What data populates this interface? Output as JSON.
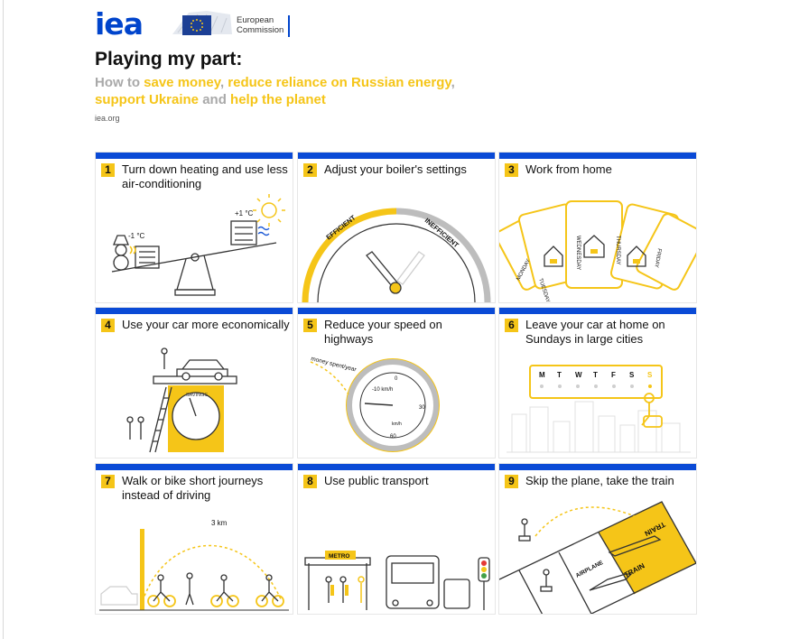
{
  "header": {
    "logo_text": "iea",
    "partner_lines": [
      "European",
      "Commission"
    ],
    "title": "Playing my part:",
    "subtitle": {
      "how_to": "How to ",
      "save_money": "save money",
      "comma1": ", ",
      "reduce": "reduce reliance on Russian energy",
      "comma2": ", ",
      "support": "support Ukraine",
      "and": " and ",
      "help": "help the planet"
    },
    "website": "iea.org"
  },
  "panels": [
    {
      "number": "1",
      "label": "Turn down heating and use less air-conditioning",
      "art": {
        "cold": "-1 °C",
        "hot": "+1 °C"
      }
    },
    {
      "number": "2",
      "label": "Adjust your boiler's settings",
      "art": {
        "good": "EFFICIENT",
        "bad": "INEFFICIENT"
      }
    },
    {
      "number": "3",
      "label": "Work from home",
      "art": {
        "days": [
          "MONDAY",
          "TUESDAY",
          "WEDNESDAY",
          "THURSDAY",
          "FRIDAY"
        ]
      }
    },
    {
      "number": "4",
      "label": "Use your car more economically",
      "art": {
        "scale_word": "SAVINGS"
      }
    },
    {
      "number": "5",
      "label": "Reduce your speed on highways",
      "art": {
        "curve": "money spent/year",
        "speed": "-10 km/h",
        "unit": "km/h",
        "ticks": [
          "0",
          "30",
          "60"
        ]
      }
    },
    {
      "number": "6",
      "label": "Leave your car at home on Sundays in large cities",
      "art": {
        "days": [
          "M",
          "T",
          "W",
          "T",
          "F",
          "S",
          "S"
        ]
      }
    },
    {
      "number": "7",
      "label": "Walk or bike short journeys instead of driving",
      "art": {
        "distance": "3 km"
      }
    },
    {
      "number": "8",
      "label": "Use public transport",
      "art": {
        "sign": "METRO"
      }
    },
    {
      "number": "9",
      "label": "Skip the plane, take the train",
      "art": {
        "plane": "AIRPLANE",
        "train": "TRAIN"
      }
    }
  ]
}
